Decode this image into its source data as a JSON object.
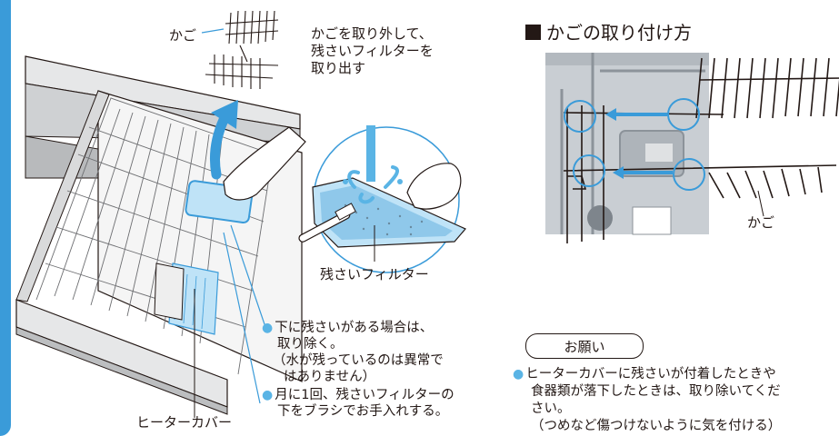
{
  "left_figure": {
    "basket_label": "かご",
    "instruction": [
      "かごを取り外して、",
      "残さいフィルターを",
      "取り出す"
    ],
    "filter_label": "残さいフィルター",
    "heater_cover_label": "ヒーターカバー",
    "notes": [
      [
        "下に残さいがある場合は、",
        "取り除く。",
        "（水が残っているのは異常で",
        "はありません）"
      ],
      [
        "月に1回、残さいフィルターの",
        "下をブラシでお手入れする。"
      ]
    ]
  },
  "right_section": {
    "title": "かごの取り付け方",
    "basket_label": "かご",
    "request_badge": "お願い",
    "request_text": [
      "ヒーターカバーに残さいが付着したときや",
      "食器類が落下したときは、取り除いてくだ",
      "さい。",
      "（つめなど傷つけないように気を付ける）"
    ]
  },
  "colors": {
    "accent_blue": "#3a9bd9",
    "light_blue": "#bfe3f7",
    "bullet_blue": "#5ab4e5",
    "photo_gray": "#c9ced3"
  },
  "icons": [
    "up-arrow-icon",
    "left-arrow-icon",
    "water-splash-icon",
    "brush-icon",
    "hand-icon"
  ]
}
